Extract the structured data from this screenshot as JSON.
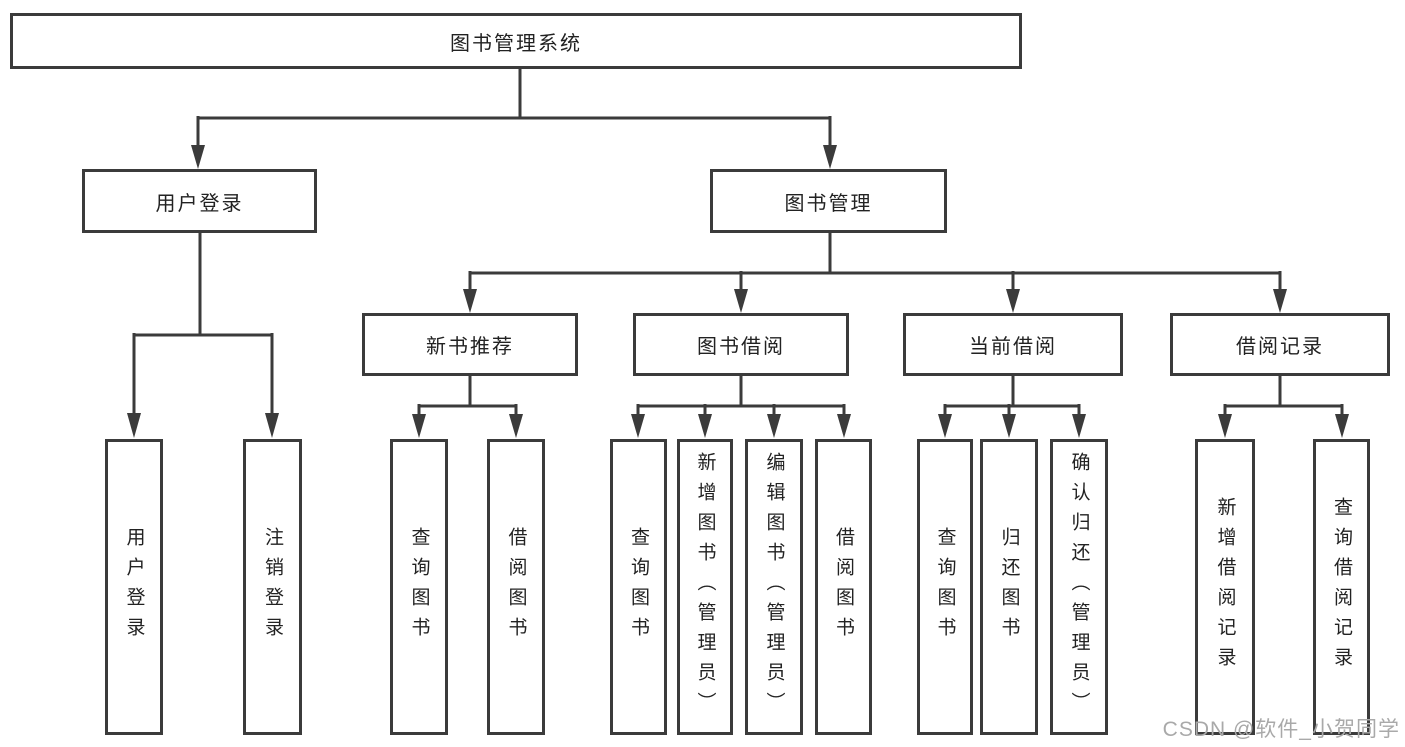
{
  "tree": {
    "label": "图书管理系统",
    "children": [
      {
        "label": "用户登录",
        "children": [
          {
            "label": "用户登录"
          },
          {
            "label": "注销登录"
          }
        ]
      },
      {
        "label": "图书管理",
        "children": [
          {
            "label": "新书推荐",
            "children": [
              {
                "label": "查询图书"
              },
              {
                "label": "借阅图书"
              }
            ]
          },
          {
            "label": "图书借阅",
            "children": [
              {
                "label": "查询图书"
              },
              {
                "label": "新增图书（管理员）"
              },
              {
                "label": "编辑图书（管理员）"
              },
              {
                "label": "借阅图书"
              }
            ]
          },
          {
            "label": "当前借阅",
            "children": [
              {
                "label": "查询图书"
              },
              {
                "label": "归还图书"
              },
              {
                "label": "确认归还（管理员）"
              }
            ]
          },
          {
            "label": "借阅记录",
            "children": [
              {
                "label": "新增借阅记录"
              },
              {
                "label": "查询借阅记录"
              }
            ]
          }
        ]
      }
    ]
  },
  "watermark": "CSDN @软件_小贺同学",
  "colors": {
    "line": "#3b3b3b",
    "box_border": "#3b3b3b",
    "text": "#222222",
    "watermark": "#a9a9a9",
    "background": "#ffffff"
  }
}
